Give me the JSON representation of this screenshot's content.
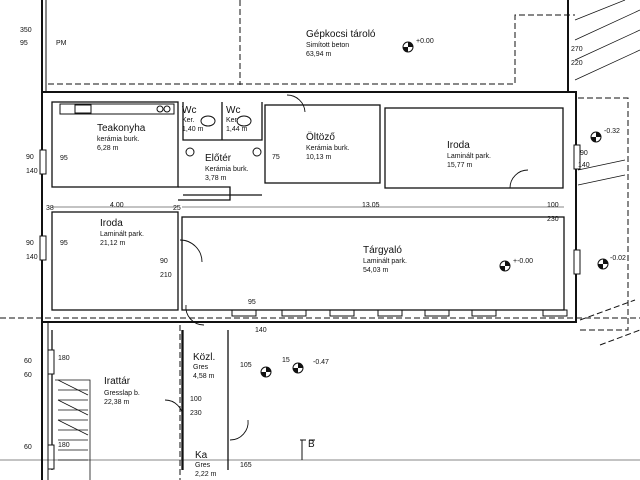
{
  "rooms": {
    "garage": {
      "name": "Gépkocsi tároló",
      "floor": "Simított beton",
      "area": "63,94 m"
    },
    "teakonyha": {
      "name": "Teakonyha",
      "floor": "kerámia burk.",
      "area": "6,28 m"
    },
    "wc1": {
      "name": "Wc",
      "floor": "Ker.",
      "area": "1,40 m"
    },
    "wc2": {
      "name": "Wc",
      "floor": "Ker.",
      "area": "1,44 m"
    },
    "oltozo": {
      "name": "Öltöző",
      "floor": "Kerámia burk.",
      "area": "10,13 m"
    },
    "iroda_right": {
      "name": "Iroda",
      "floor": "Laminált park.",
      "area": "15,77 m"
    },
    "eloter": {
      "name": "Előtér",
      "floor": "Kerámia burk.",
      "area": "3,78 m"
    },
    "iroda_left": {
      "name": "Iroda",
      "floor": "Laminált park.",
      "area": "21,12 m"
    },
    "targyalo": {
      "name": "Tárgyaló",
      "floor": "Laminált park.",
      "area": "54,03 m"
    },
    "kozl": {
      "name": "Közl.",
      "floor": "Gres",
      "area": "4,58 m"
    },
    "irattar": {
      "name": "Irattár",
      "floor": "Gresslap b.",
      "area": "22,38 m"
    },
    "kamra": {
      "name": "Ka",
      "floor": "Gres",
      "area": "2,22 m"
    }
  },
  "levels": {
    "garage": "+0.00",
    "east_upper": "-0.32",
    "targyalo": "+-0.00",
    "east_lower": "-0.02",
    "south": "-0.47"
  },
  "dimensions": {
    "top_350": "350",
    "top_95": "95",
    "pm": "PM",
    "l_90_a": "90",
    "l_140_a": "140",
    "l_95_a": "95",
    "l_90_b": "90",
    "l_140_b": "140",
    "l_95_b": "95",
    "len_400": "4.00",
    "len_1305": "13.05",
    "v_38": "38",
    "v_25": "25",
    "d_90": "90",
    "d_210": "210",
    "d_75": "75",
    "r_90": "90",
    "r_140": "140",
    "r_100": "100",
    "r_230": "230",
    "g_270": "270",
    "g_220": "220",
    "bottom_95": "95",
    "bottom_140": "140",
    "s_60a": "60",
    "s_60b": "60",
    "s_60c": "60",
    "s_180a": "180",
    "s_180b": "180",
    "k_105": "105",
    "k_165": "165",
    "k_100": "100",
    "k_230": "230",
    "k_15": "15"
  },
  "section_marker": "B"
}
